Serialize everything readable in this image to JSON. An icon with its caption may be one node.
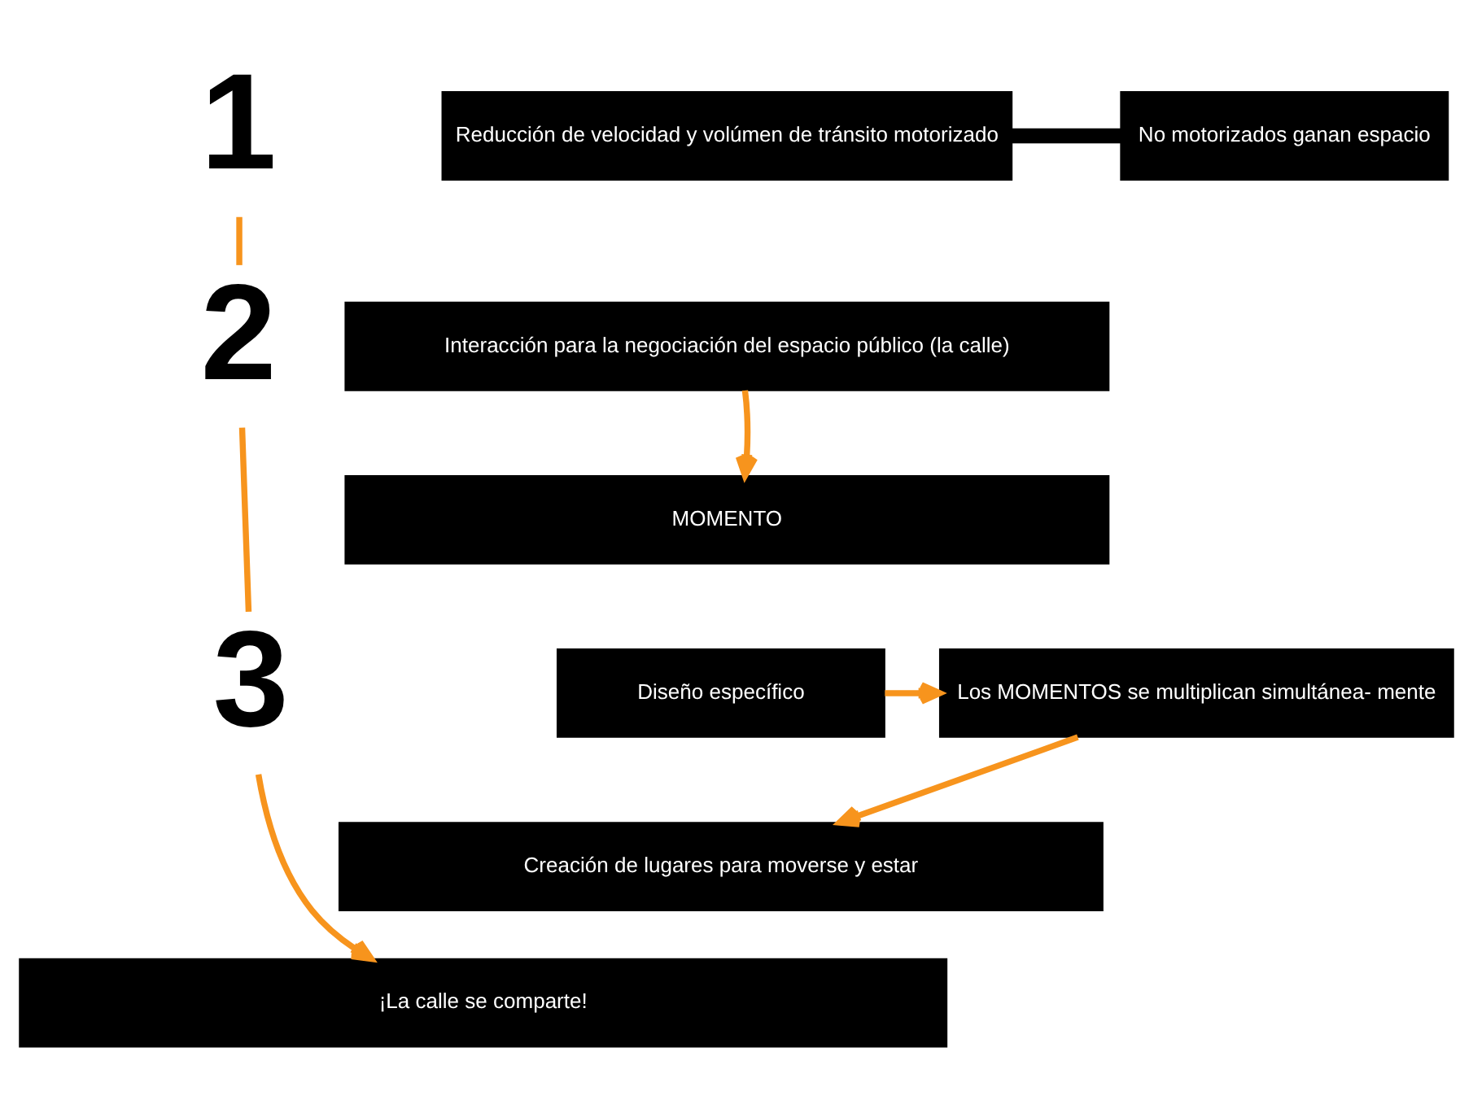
{
  "diagram": {
    "nodes": [
      {
        "text": [
          "1"
        ]
      },
      {
        "text": [
          "Reducción de velocidad y volúmen de tránsito motorizado"
        ]
      },
      {
        "text": [
          "No motorizados ganan espacio"
        ]
      },
      {
        "text": [
          "2"
        ]
      },
      {
        "text": [
          "Interacción para la negociación del espacio público (la calle)"
        ]
      },
      {
        "text": [
          "MOMENTO"
        ]
      },
      {
        "text": [
          "3"
        ]
      },
      {
        "text": [
          "Diseño específico"
        ]
      },
      {
        "text": [
          "Los MOMENTOS se multiplican simultánea- mente"
        ]
      },
      {
        "text": [
          "Creación de lugares para moverse y estar"
        ]
      },
      {
        "text": [
          "¡La calle se comparte!"
        ]
      }
    ],
    "edges": [
      {
        "from": 1,
        "to": 2,
        "arrow": "none",
        "style": "thick",
        "color": "#000000"
      },
      {
        "from": 4,
        "to": 5,
        "arrow": "to"
      },
      {
        "from": 7,
        "to": 8,
        "arrow": "to"
      },
      {
        "from": 8,
        "to": 9,
        "arrow": "to"
      },
      {
        "from": 0,
        "to": 3,
        "arrow": "none"
      },
      {
        "from": 3,
        "to": 6,
        "arrow": "none"
      },
      {
        "from": 6,
        "to": 10,
        "arrow": "to"
      }
    ]
  }
}
